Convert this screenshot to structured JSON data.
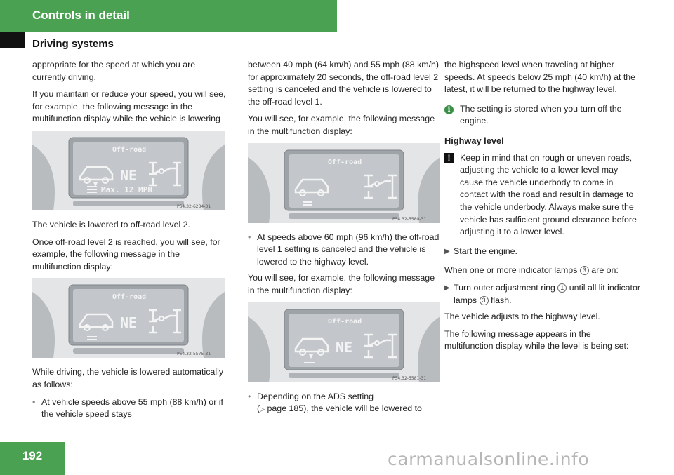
{
  "header": {
    "title": "Controls in detail"
  },
  "section": {
    "title": "Driving systems"
  },
  "page_number": "192",
  "watermark": "carmanualsonline.info",
  "col1": {
    "p1": "appropriate for the speed at which you are currently driving.",
    "p2": "If you maintain or reduce your speed, you will see, for example, the following message in the multifunction display while the vehicle is lowering",
    "p3": "The vehicle is lowered to off-road level 2.",
    "p4": "Once off-road level 2 is reached, you will see, for example, the following message in the multifunction display:",
    "p5": "While driving, the vehicle is lowered automatically as follows:",
    "bullet1": "At vehicle speeds above 55 mph (88 km/h) or if the vehicle speed stays"
  },
  "col2": {
    "p1": "between 40 mph (64 km/h) and 55 mph (88 km/h) for approximately 20 seconds, the off-road level 2 setting is canceled and the vehicle is lowered to the off-road level 1.",
    "p2": "You will see, for example, the following message in the multifunction display:",
    "bullet1": "At speeds above 60 mph (96 km/h) the off-road level 1 setting is canceled and the vehicle is lowered to the highway level.",
    "bullet1_sub": "You will see, for example, the following message in the multifunction display:",
    "bullet2_a": "Depending on the ADS setting",
    "bullet2_ref": "page 185",
    "bullet2_b": "), the vehicle will be lowered to"
  },
  "col3": {
    "p1": "the highspeed level when traveling at higher speeds. At speeds below 25 mph (40 km/h) at the latest, it will be returned to the highway level.",
    "info_note": "The setting is stored when you turn off the engine.",
    "heading": "Highway level",
    "warning": "Keep in mind that on rough or uneven roads, adjusting the vehicle to a lower level may cause the vehicle underbody to come in contact with the road and result in damage to the vehicle underbody. Always make sure the vehicle has sufficient ground clearance before adjusting it to a lower level.",
    "step1": "Start the engine.",
    "p2_a": "When one or more indicator lamps",
    "p2_b": "are on:",
    "step2_a": "Turn outer adjustment ring",
    "step2_b": "until all lit indicator lamps",
    "step2_c": "flash.",
    "sub1": "The vehicle adjusts to the highway level.",
    "sub2": "The following message appears in the multifunction display while the level is being set:"
  },
  "refs": {
    "ring": "1",
    "lamps": "3"
  },
  "displays": [
    {
      "label": "Off-road",
      "ne": "NE",
      "max_text": "Max. 12 MPH",
      "code": "P54.32-6234-31"
    },
    {
      "label": "Off-road",
      "ne": "NE",
      "code": "P54.32-5575-31"
    },
    {
      "label": "Off-road",
      "code": "P54.32-5580-31"
    },
    {
      "label": "Off-road",
      "ne": "NE",
      "code": "P54.32-5581-31"
    }
  ]
}
